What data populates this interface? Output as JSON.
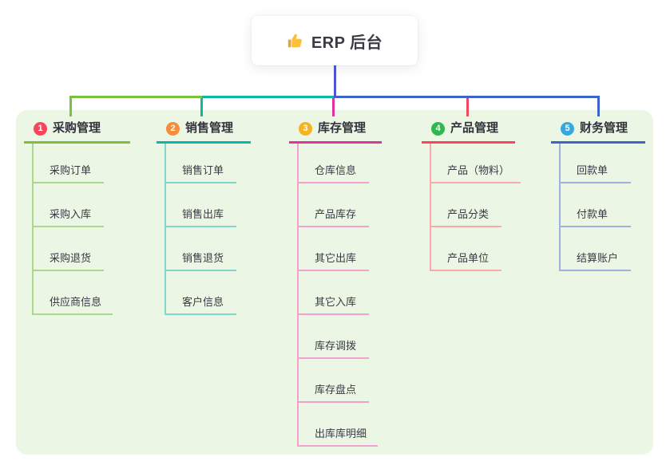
{
  "root": {
    "label": "ERP 后台",
    "icon": "thumbs-up"
  },
  "branches": [
    {
      "badge": "1",
      "title": "采购管理",
      "badge_color": "#f5475c",
      "line_color": "#7cc13e",
      "child_line_color": "#a9d98b",
      "children": [
        "采购订单",
        "采购入库",
        "采购退货",
        "供应商信息"
      ]
    },
    {
      "badge": "2",
      "title": "销售管理",
      "badge_color": "#f78c3a",
      "line_color": "#0cb6a8",
      "child_line_color": "#82d7cb",
      "children": [
        "销售订单",
        "销售出库",
        "销售退货",
        "客户信息"
      ]
    },
    {
      "badge": "3",
      "title": "库存管理",
      "badge_color": "#f7b31f",
      "line_color": "#e0339c",
      "child_line_color": "#f2a0cd",
      "children": [
        "仓库信息",
        "产品库存",
        "其它出库",
        "其它入库",
        "库存调拨",
        "库存盘点",
        "出库库明细"
      ]
    },
    {
      "badge": "4",
      "title": "产品管理",
      "badge_color": "#2eb84f",
      "line_color": "#f5485e",
      "child_line_color": "#fba8ab",
      "children": [
        "产品（物料）",
        "产品分类",
        "产品单位"
      ]
    },
    {
      "badge": "5",
      "title": "财务管理",
      "badge_color": "#35a8e0",
      "line_color": "#3e63cb",
      "child_line_color": "#9fb1e0",
      "children": [
        "回款单",
        "付款单",
        "结算账户"
      ]
    }
  ],
  "colors": {
    "canvas_bg": "#ffffff",
    "panel_bg": "#ebf6e5",
    "root_edge": "#4f55d4",
    "title_text": "#33333d",
    "child_text": "#3a3a44",
    "thumb_icon": "#fac036"
  }
}
